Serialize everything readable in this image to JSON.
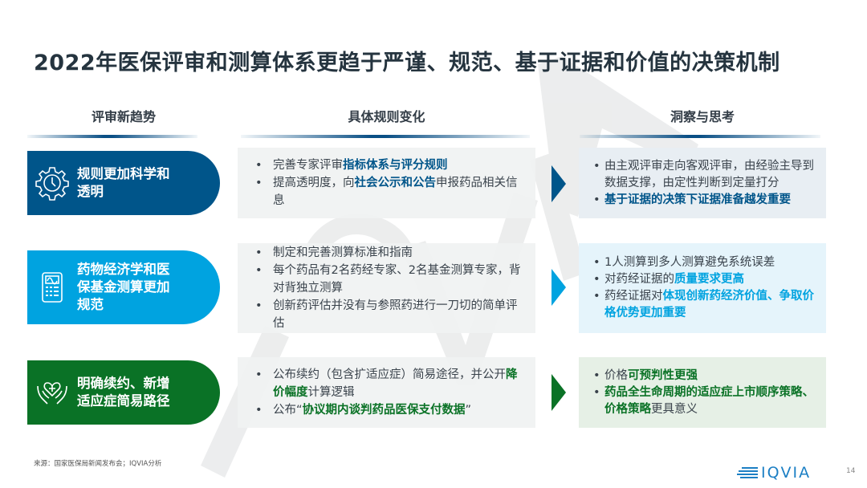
{
  "title": "2022年医保评审和测算体系更趋于严谨、规范、基于证据和价值的决策机制",
  "columns": [
    {
      "label": "评审新趋势"
    },
    {
      "label": "具体规则变化"
    },
    {
      "label": "洞察与思考"
    }
  ],
  "colors": {
    "row1": "#00558a",
    "row2": "#00a3e0",
    "row3": "#0a7226",
    "row1_bg": "#e8eef3",
    "row2_bg": "#e5f4fb",
    "row3_bg": "#e6f0e6"
  },
  "rows": [
    {
      "icon": "gear-clock-icon",
      "trend_line1": "规则更加科学和",
      "trend_line2": "透明",
      "changes": [
        {
          "pre": "完善专家评审",
          "hl": "指标体系与评分规则",
          "post": ""
        },
        {
          "pre": "提高透明度，向",
          "hl": "社会公示和公告",
          "post": "申报药品相关信息"
        }
      ],
      "insights": [
        {
          "pre": "由主观评审走向客观评审，由经验主导到数据支撑，由定性判断到定量打分",
          "hl": "",
          "post": ""
        },
        {
          "pre": "",
          "hl": "基于证据的决策下证据准备越发重要",
          "post": ""
        }
      ]
    },
    {
      "icon": "calculator-icon",
      "trend_line1": "药物经济学和医",
      "trend_line2": "保基金测算更加",
      "trend_line3": "规范",
      "changes": [
        {
          "pre": "制定和完善测算标准和指南",
          "hl": "",
          "post": ""
        },
        {
          "pre": "每个药品有2名药经专家、2名基金测算专家，背对背独立测算",
          "hl": "",
          "post": ""
        },
        {
          "pre": "创新药评估并没有与参照药进行一刀切的简单评估",
          "hl": "",
          "post": ""
        }
      ],
      "insights": [
        {
          "pre": "1人测算到多人测算避免系统误差",
          "hl": "",
          "post": ""
        },
        {
          "pre": "对药经证据的",
          "hl": "质量要求更高",
          "post": ""
        },
        {
          "pre": "药经证据对",
          "hl": "体现创新药经济价值、争取价格优势更加重要",
          "post": ""
        }
      ]
    },
    {
      "icon": "hands-heart-icon",
      "trend_line1": "明确续约、新增",
      "trend_line2": "适应症简易路径",
      "changes": [
        {
          "pre": "公布续约（包含扩适应症）简易途径，并公开",
          "hl": "降价幅度",
          "post": "计算逻辑"
        },
        {
          "pre": "公布“",
          "hl": "协议期内谈判药品医保支付数据",
          "post": "”"
        }
      ],
      "insights": [
        {
          "pre": "价格",
          "hl": "可预判性更强",
          "post": ""
        },
        {
          "pre": "",
          "hl": "药品全生命周期的适应症上市顺序策略、价格策略",
          "post": "更具意义"
        }
      ]
    }
  ],
  "footer": {
    "source": "来源：国家医保局新闻发布会；IQVIA分析",
    "logo": "IQVIA",
    "page": "14",
    "watermark": "IQVIA"
  }
}
